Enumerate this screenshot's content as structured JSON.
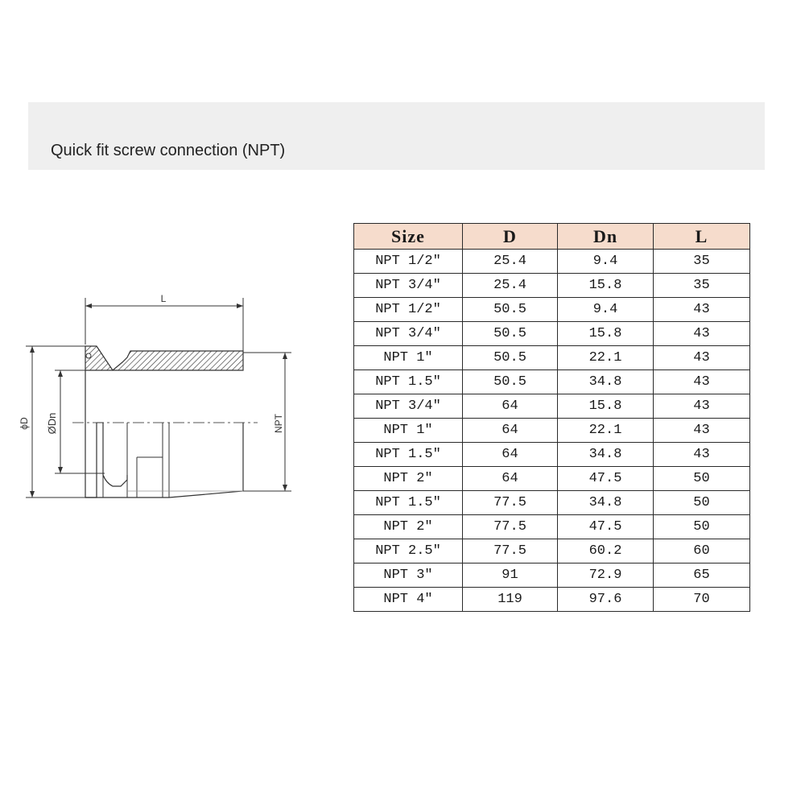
{
  "title": "Quick fit screw connection (NPT)",
  "drawing": {
    "label_length": "L",
    "label_outer_diameter": "ϕD",
    "label_bore_diameter": "ØDn",
    "label_thread": "NPT"
  },
  "table": {
    "headers": [
      "Size",
      "D",
      "Dn",
      "L"
    ],
    "rows": [
      [
        "NPT 1/2″",
        "25.4",
        "9.4",
        "35"
      ],
      [
        "NPT 3/4″",
        "25.4",
        "15.8",
        "35"
      ],
      [
        "NPT 1/2″",
        "50.5",
        "9.4",
        "43"
      ],
      [
        "NPT 3/4″",
        "50.5",
        "15.8",
        "43"
      ],
      [
        "NPT 1″",
        "50.5",
        "22.1",
        "43"
      ],
      [
        "NPT 1.5″",
        "50.5",
        "34.8",
        "43"
      ],
      [
        "NPT 3/4″",
        "64",
        "15.8",
        "43"
      ],
      [
        "NPT 1″",
        "64",
        "22.1",
        "43"
      ],
      [
        "NPT 1.5″",
        "64",
        "34.8",
        "43"
      ],
      [
        "NPT 2″",
        "64",
        "47.5",
        "50"
      ],
      [
        "NPT 1.5″",
        "77.5",
        "34.8",
        "50"
      ],
      [
        "NPT 2″",
        "77.5",
        "47.5",
        "50"
      ],
      [
        "NPT 2.5″",
        "77.5",
        "60.2",
        "60"
      ],
      [
        "NPT 3″",
        "91",
        "72.9",
        "65"
      ],
      [
        "NPT 4″",
        "119",
        "97.6",
        "70"
      ]
    ]
  },
  "colors": {
    "banner_background": "#efefef",
    "header_background": "#f6dccc"
  }
}
